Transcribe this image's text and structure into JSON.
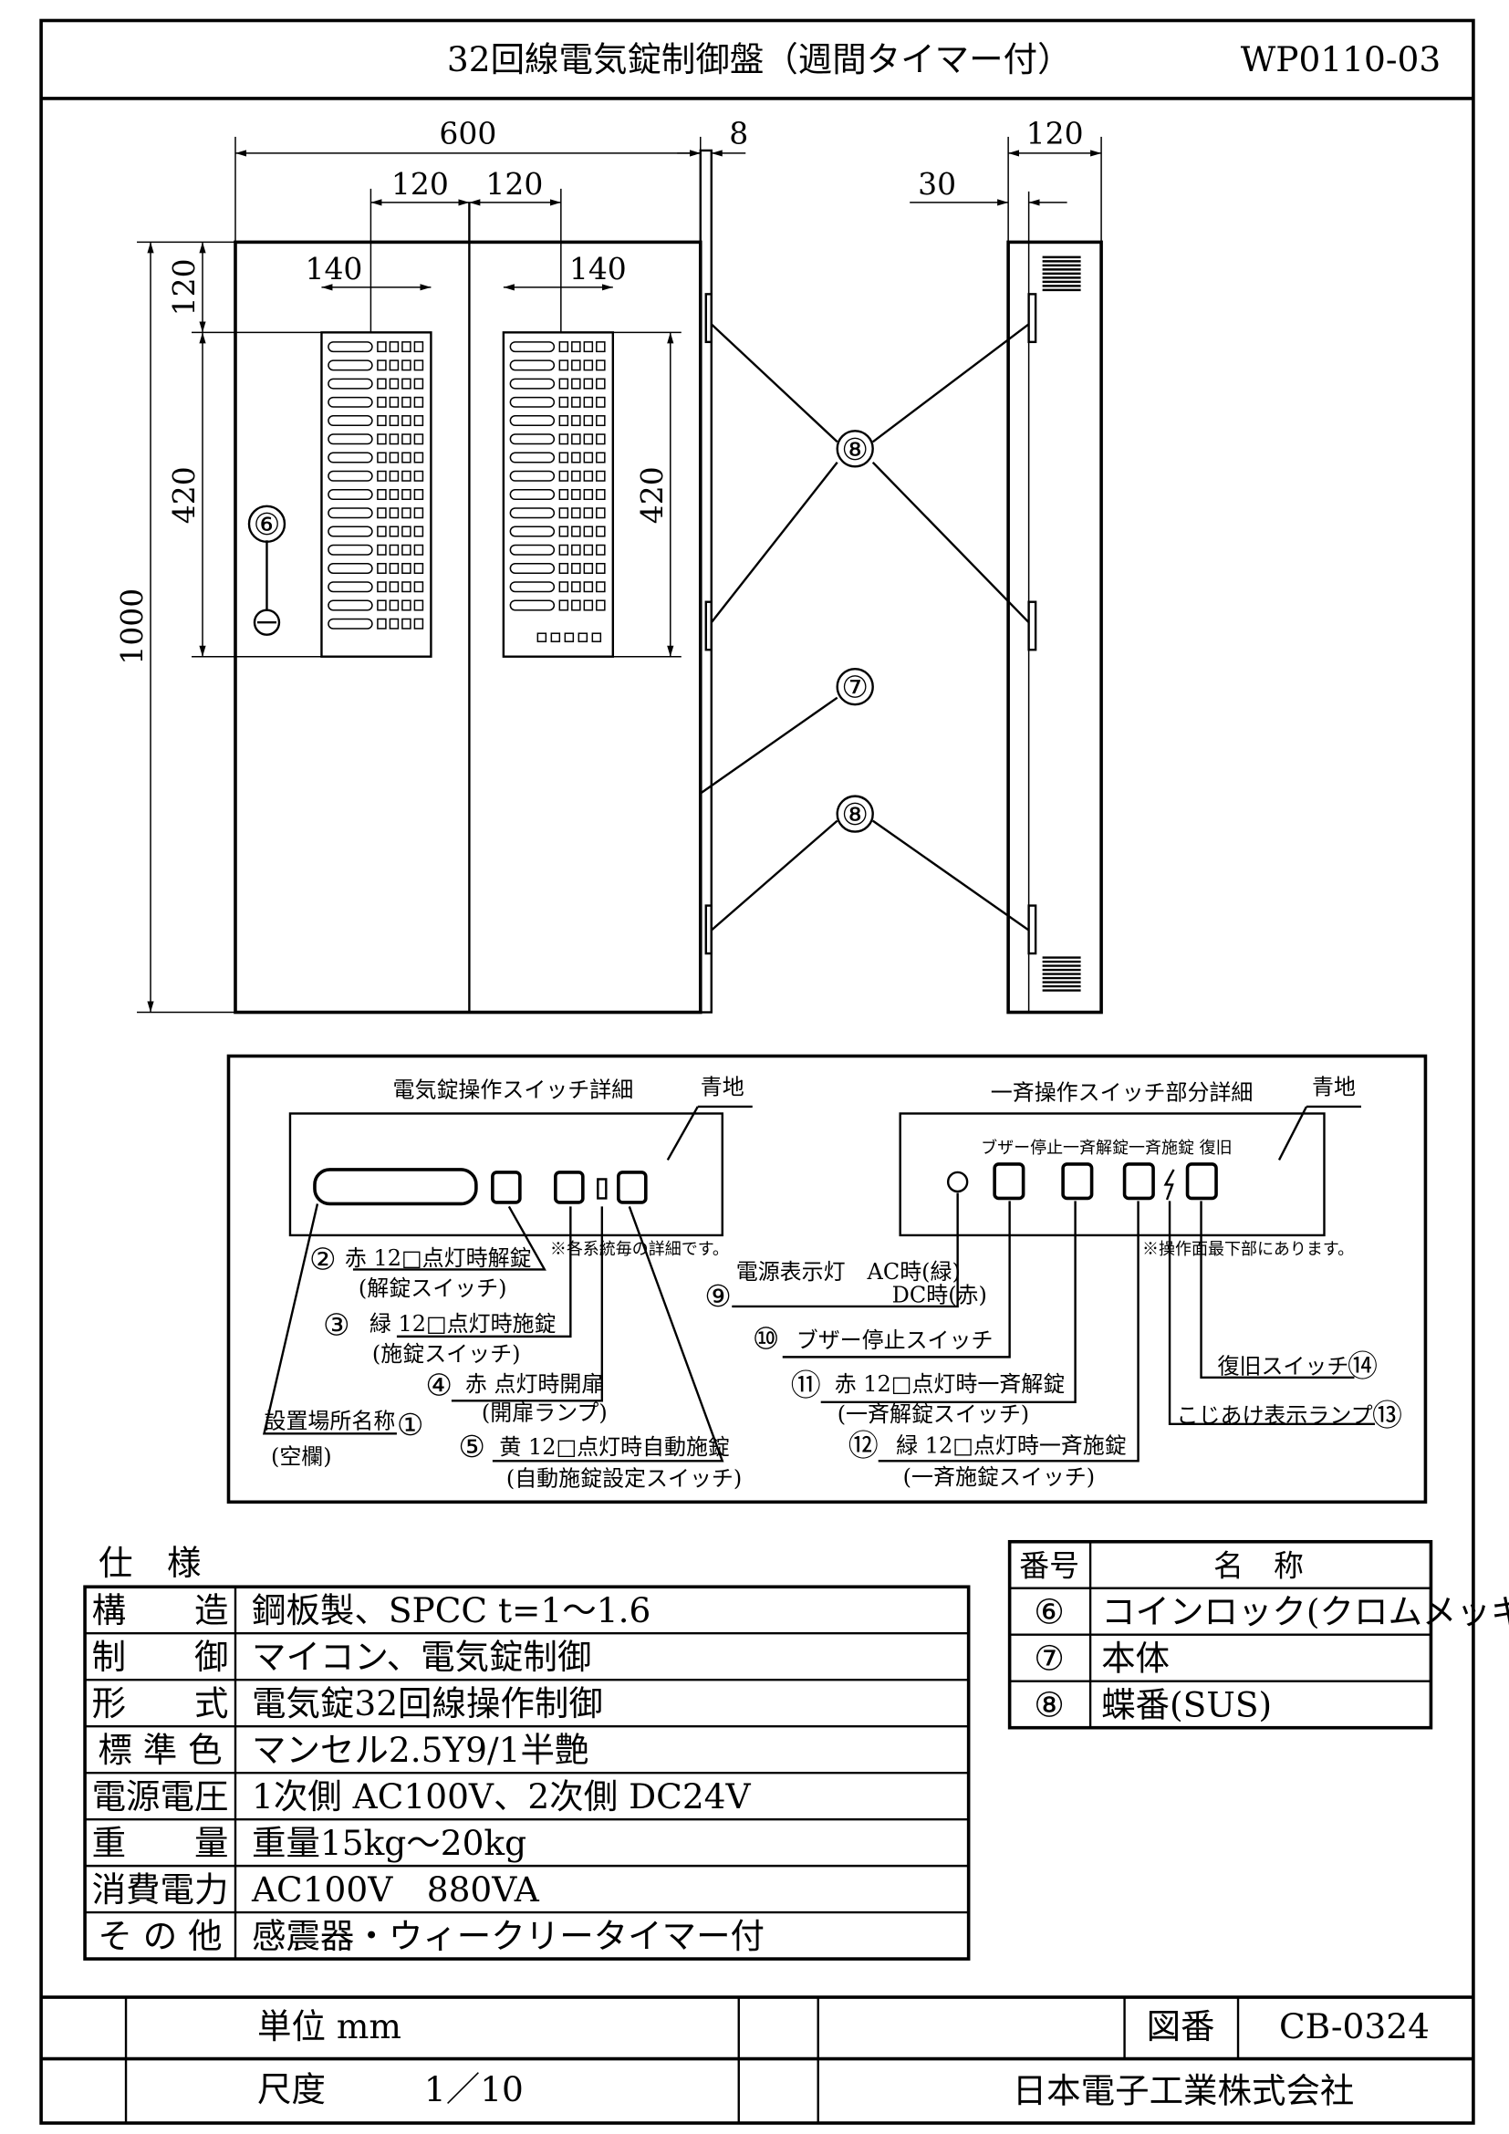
{
  "title": "32回線電気錠制御盤（週間タイマー付）",
  "model": "WP0110-03",
  "dimensions": {
    "width": "600",
    "gap": "8",
    "half_left": "120",
    "half_right": "120",
    "window_left": "140",
    "window_right": "140",
    "height": "1000",
    "top": "120",
    "window_height_left": "420",
    "window_height_right": "420",
    "depth": "120",
    "offset": "30"
  },
  "callouts_drawing": {
    "coin_lock": "⑥",
    "hinge_top": "⑧",
    "body": "⑦",
    "hinge_bottom": "⑧"
  },
  "detail_left": {
    "title": "電気錠操作スイッチ詳細",
    "bg_label": "青地",
    "note": "※各系統毎の詳細です。",
    "items": [
      {
        "num": "②",
        "text": "赤 12□点灯時解錠",
        "sub": "(解錠スイッチ)"
      },
      {
        "num": "③",
        "text": "緑 12□点灯時施錠",
        "sub": "(施錠スイッチ)"
      },
      {
        "num": "④",
        "text": "赤 点灯時開扉",
        "sub": "(開扉ランプ)"
      },
      {
        "num": "①",
        "text": "設置場所名称",
        "sub": "(空欄)"
      },
      {
        "num": "⑤",
        "text": "黄 12□点灯時自動施錠",
        "sub": "(自動施錠設定スイッチ)"
      }
    ]
  },
  "detail_right": {
    "title": "一斉操作スイッチ部分詳細",
    "bg_label": "青地",
    "panel_labels": "ブザー停止一斉解錠一斉施錠 復旧",
    "note": "※操作面最下部にあります。",
    "items": [
      {
        "num": "⑨",
        "text": "電源表示灯　AC時(緑)",
        "sub": "DC時(赤)"
      },
      {
        "num": "⑩",
        "text": "ブザー停止スイッチ"
      },
      {
        "num": "⑪",
        "text": "赤 12□点灯時一斉解錠",
        "sub": "(一斉解錠スイッチ)"
      },
      {
        "num": "⑫",
        "text": "緑 12□点灯時一斉施錠",
        "sub": "(一斉施錠スイッチ)"
      },
      {
        "num": "⑭",
        "text": "復旧スイッチ"
      },
      {
        "num": "⑬",
        "text": "こじあけ表示ランプ"
      }
    ]
  },
  "spec": {
    "heading": "仕　様",
    "rows": [
      {
        "label": "構　　造",
        "value": "鋼板製、SPCC t=1～1.6"
      },
      {
        "label": "制　　御",
        "value": "マイコン、電気錠制御"
      },
      {
        "label": "形　　式",
        "value": "電気錠32回線操作制御"
      },
      {
        "label": "標 準 色",
        "value": "マンセル2.5Y9/1半艶"
      },
      {
        "label": "電源電圧",
        "value": "1次側 AC100V、2次側 DC24V"
      },
      {
        "label": "重　　量",
        "value": "重量15kg～20kg"
      },
      {
        "label": "消費電力",
        "value": "AC100V　880VA"
      },
      {
        "label": "そ の 他",
        "value": "感震器・ウィークリータイマー付"
      }
    ]
  },
  "parts": {
    "headers": [
      "番号",
      "名　称"
    ],
    "rows": [
      {
        "num": "⑥",
        "name": "コインロック(クロムメッキ)"
      },
      {
        "num": "⑦",
        "name": "本体"
      },
      {
        "num": "⑧",
        "name": "蝶番(SUS)"
      }
    ]
  },
  "titleblock": {
    "unit": "単位 mm",
    "scale_label": "尺度",
    "scale": "1／10",
    "drawing_no_label": "図番",
    "drawing_no": "CB-0324",
    "company": "日本電子工業株式会社"
  }
}
